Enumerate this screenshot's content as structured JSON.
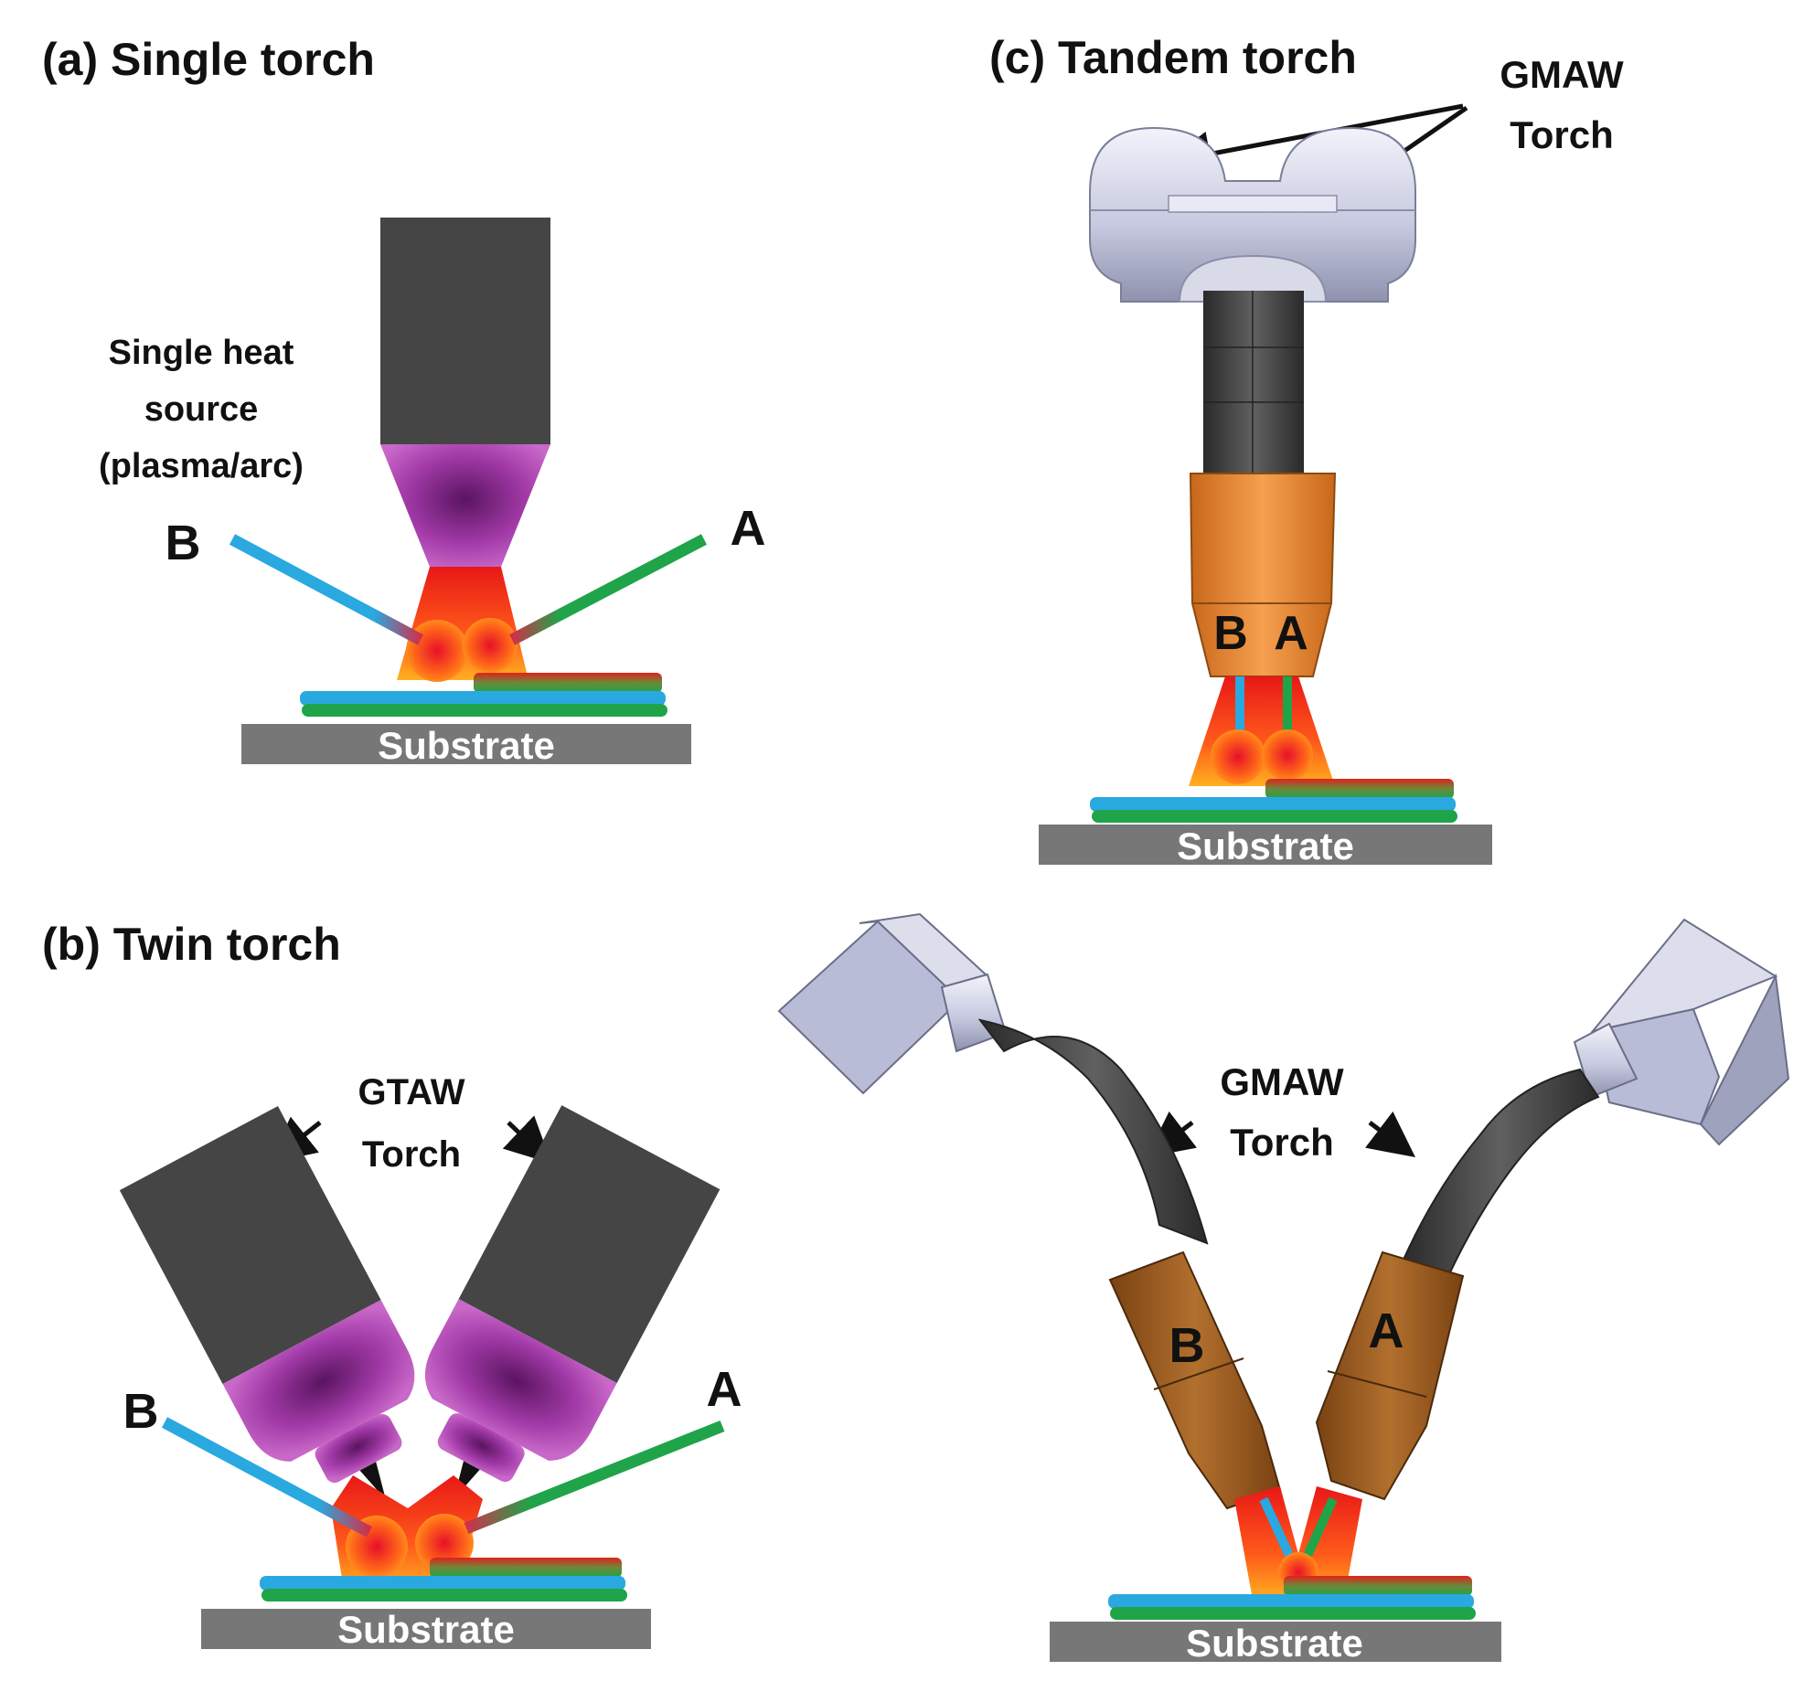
{
  "panels": {
    "a": {
      "title": "(a) Single torch",
      "source_label_line1": "Single heat",
      "source_label_line2": "source",
      "source_label_line3": "(plasma/arc)",
      "wire_b_label": "B",
      "wire_a_label": "A",
      "substrate_label": "Substrate"
    },
    "b": {
      "title": "(b) Twin torch",
      "torch_label_line1": "GTAW",
      "torch_label_line2": "Torch",
      "wire_b_label": "B",
      "wire_a_label": "A",
      "substrate_label": "Substrate"
    },
    "c": {
      "title": "(c) Tandem torch",
      "torch_label_line1": "GMAW",
      "torch_label_line2": "Torch",
      "nozzle_b_label": "B",
      "nozzle_a_label": "A",
      "substrate_label": "Substrate"
    },
    "d": {
      "torch_label_line1": "GMAW",
      "torch_label_line2": "Torch",
      "nozzle_b_label": "B",
      "nozzle_a_label": "A",
      "substrate_label": "Substrate"
    }
  },
  "colors": {
    "wire_b": "#2aa8e0",
    "wire_a": "#1fa44a",
    "bead_red": "#e0211b",
    "torch_body": "#454545",
    "plasma": "#a23aa8",
    "substrate": "#777777",
    "copper_nozzle": "#f08a2a",
    "bronze_nozzle": "#9a5a1e"
  }
}
